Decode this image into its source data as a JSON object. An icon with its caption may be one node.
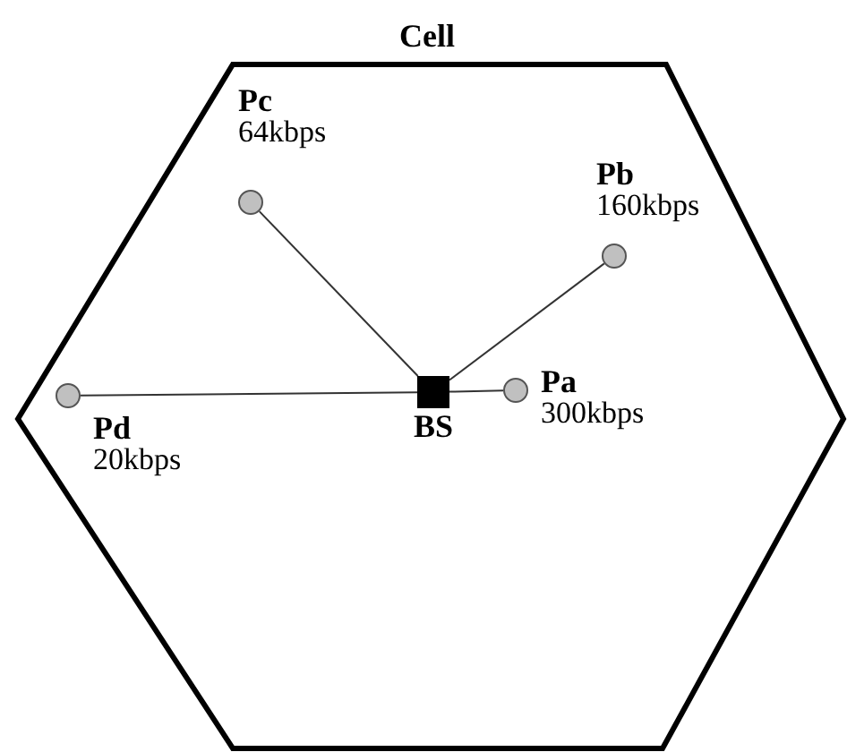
{
  "diagram": {
    "nodes": [
      {
        "text": [
          "Cell"
        ]
      },
      {
        "text": [],
        "shape": "box",
        "beside": [
          "BS"
        ],
        "in": 0
      },
      {
        "text": [],
        "shape": "circle",
        "beside": [
          "Pa",
          "300kbps"
        ],
        "in": 0
      },
      {
        "text": [],
        "shape": "circle",
        "beside": [
          "Pb",
          "160kbps"
        ],
        "in": 0
      },
      {
        "text": [],
        "shape": "circle",
        "beside": [
          "Pc",
          "64kbps"
        ],
        "in": 0
      },
      {
        "text": [],
        "shape": "circle",
        "beside": [
          "Pd",
          "20kbps"
        ],
        "in": 0
      }
    ],
    "edges": [
      {
        "from": 1,
        "to": 2,
        "arrow": "none"
      },
      {
        "from": 1,
        "to": 3,
        "arrow": "none"
      },
      {
        "from": 1,
        "to": 4,
        "arrow": "none"
      },
      {
        "from": 1,
        "to": 5,
        "arrow": "none"
      }
    ]
  }
}
